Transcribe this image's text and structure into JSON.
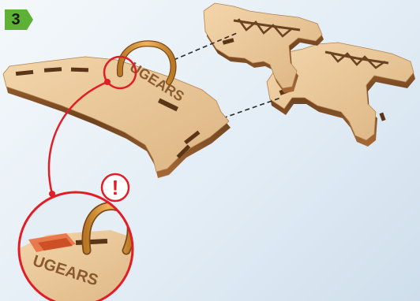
{
  "step": {
    "number": "3"
  },
  "engraving": {
    "main_label": "UGEARS",
    "zoom_label": "UGEARS"
  },
  "warning": {
    "symbol": "!"
  },
  "colors": {
    "badge_green": "#5db235",
    "plywood_face": "#e9c89a",
    "plywood_edge": "#c48a54",
    "plywood_dark": "#8a5a2e",
    "ring_wood": "#d39a45",
    "warning_red": "#e21d26",
    "guide_line": "#2b2b2b"
  },
  "icons": {
    "warning": "exclamation-icon",
    "connector": "dashed-guide-line"
  }
}
